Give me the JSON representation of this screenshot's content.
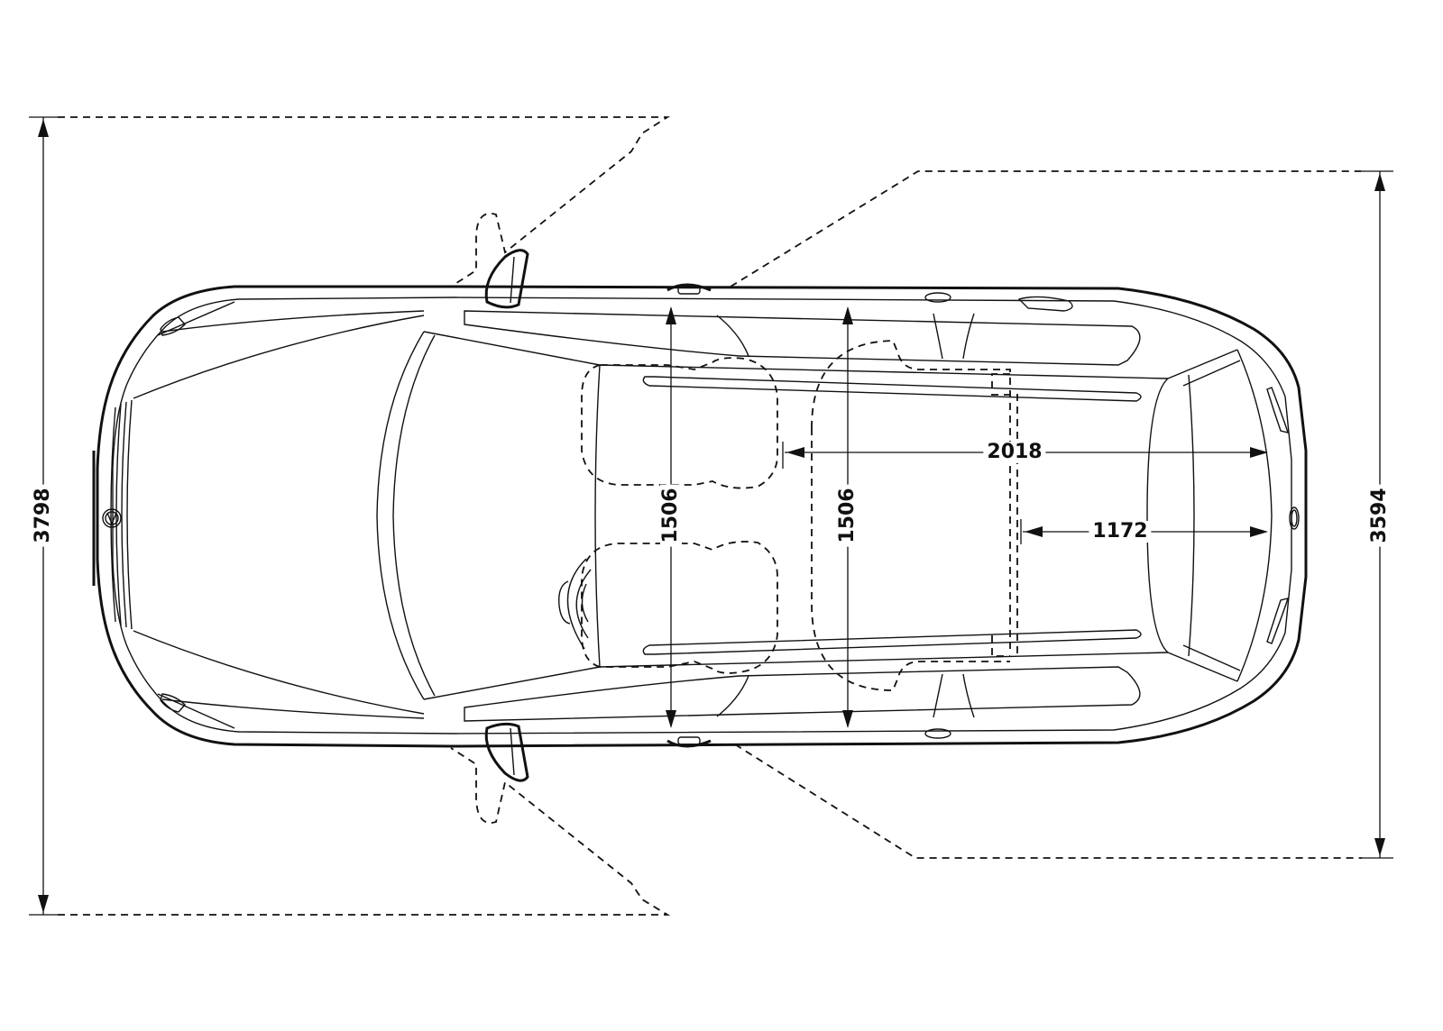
{
  "diagram": {
    "type": "vehicle-dimension-drawing",
    "view": "top",
    "unit": "mm",
    "colors": {
      "line": "#111111",
      "background": "#ffffff"
    },
    "dimensions": {
      "width_mirrors_open": {
        "label": "3798",
        "orientation": "vertical",
        "side": "left"
      },
      "width_doors_open": {
        "label": "3594",
        "orientation": "vertical",
        "side": "right"
      },
      "front_interior_width": {
        "label": "1506",
        "orientation": "vertical",
        "position": "front-seats"
      },
      "rear_interior_width": {
        "label": "1506",
        "orientation": "vertical",
        "position": "rear-seats"
      },
      "load_length_seats_folded": {
        "label": "2018",
        "orientation": "horizontal"
      },
      "load_length": {
        "label": "1172",
        "orientation": "horizontal"
      }
    },
    "icons": [
      "front-badge-icon",
      "rear-badge-icon",
      "steering-wheel-icon"
    ]
  }
}
